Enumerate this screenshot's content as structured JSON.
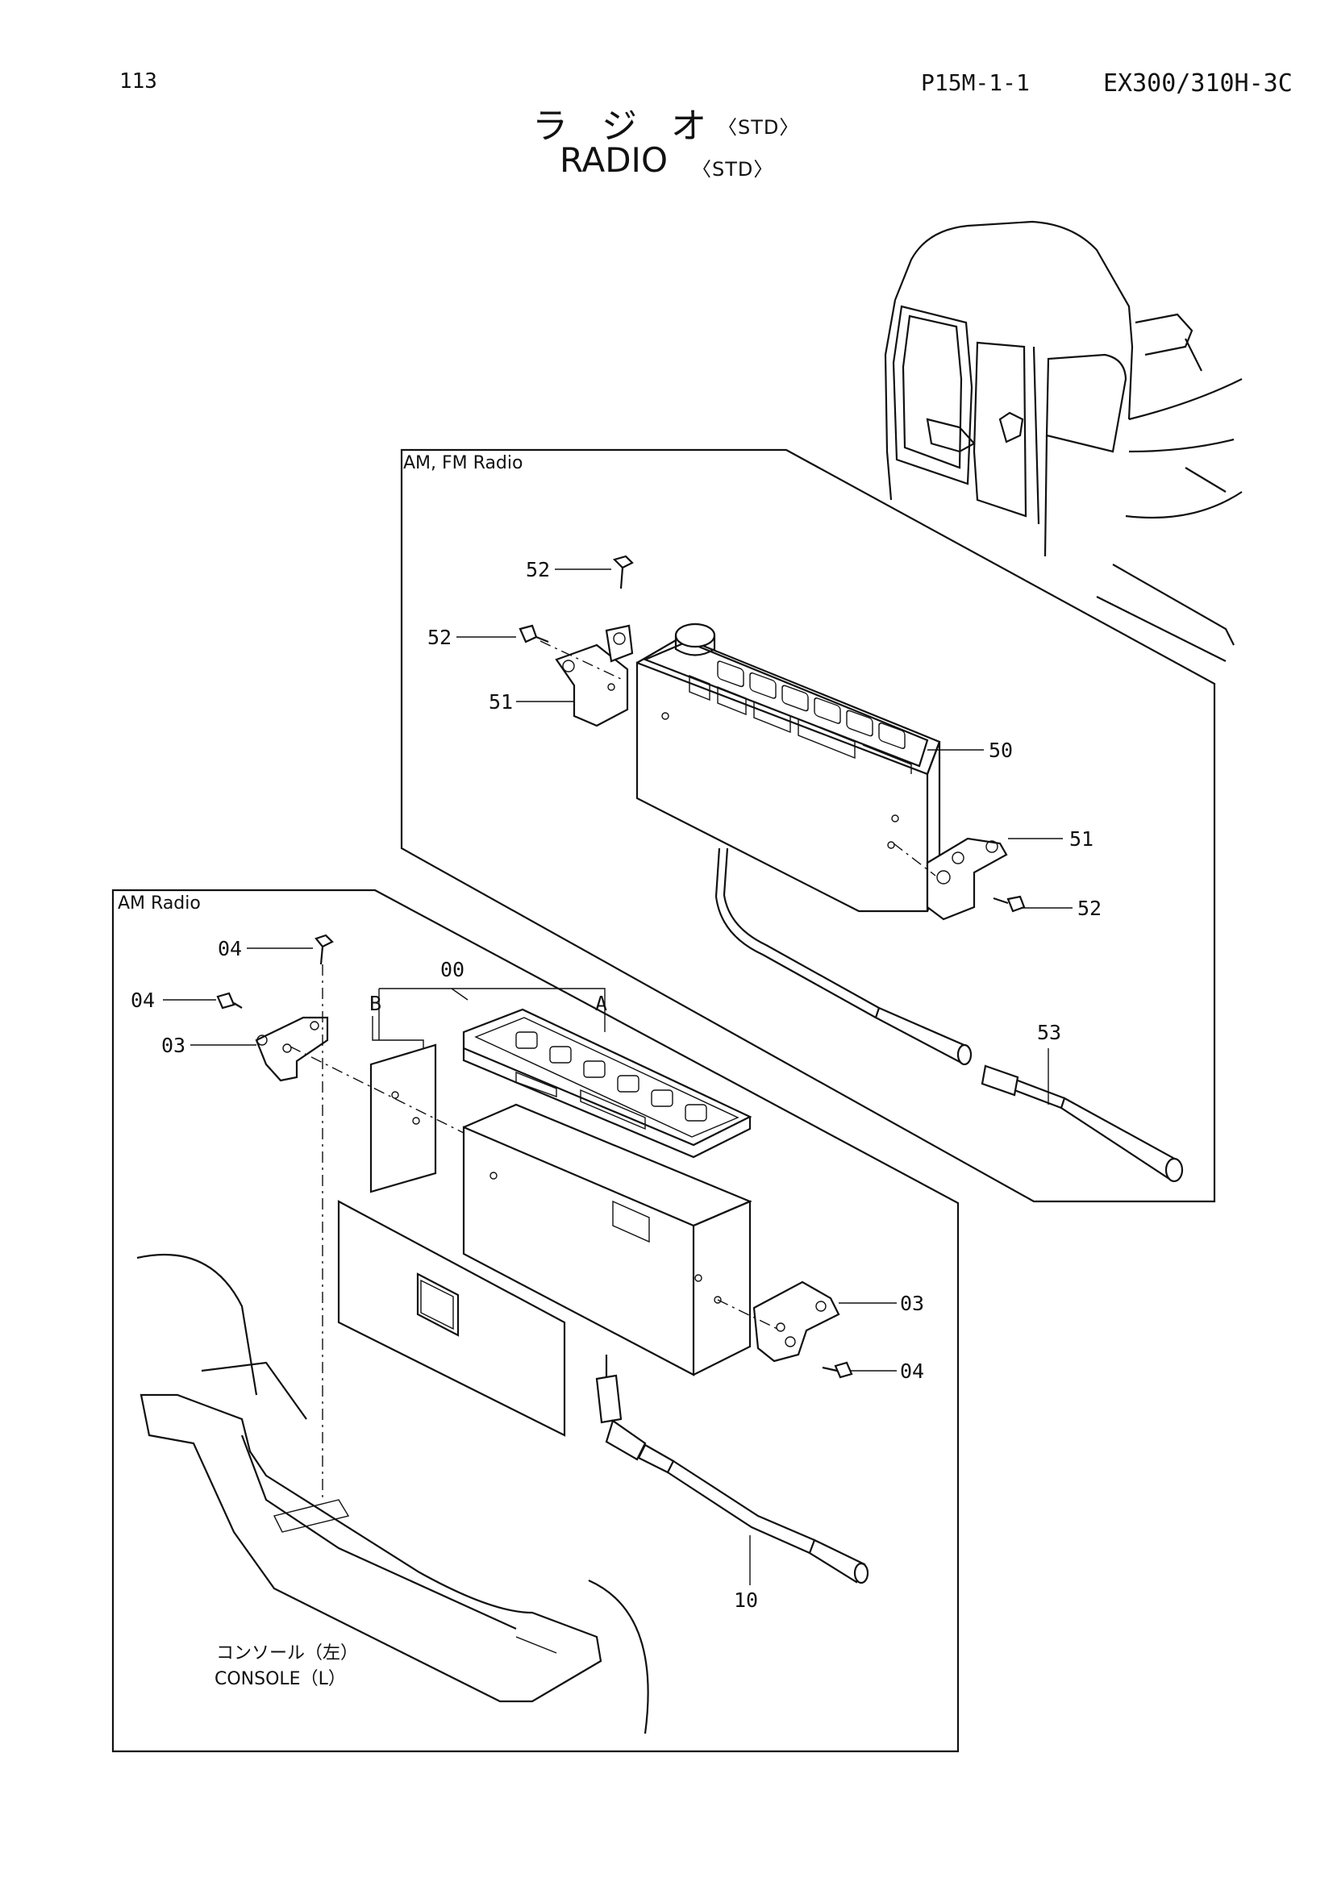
{
  "header": {
    "page_number": "113",
    "ref_code": "P15M-1-1",
    "model_code": "EX300/310H-3C",
    "title_jp": "ラ ジ オ",
    "title_jp_suffix": "〈STD〉",
    "title_en": "RADIO",
    "title_en_suffix": "〈STD〉"
  },
  "panels": {
    "fm": {
      "label": "AM, FM Radio"
    },
    "am": {
      "label": "AM Radio"
    }
  },
  "callouts": {
    "fm_screw_top": "52",
    "fm_screw_left": "52",
    "fm_bracket_left": "51",
    "fm_radio": "50",
    "fm_bracket_right": "51",
    "fm_screw_right": "52",
    "fm_antenna": "53",
    "am_screw_top": "04",
    "am_screw_left": "04",
    "am_bracket_left": "03",
    "am_radio_assy": "00",
    "am_b": "B",
    "am_a": "A",
    "am_bracket_right": "03",
    "am_screw_right": "04",
    "am_antenna": "10"
  },
  "console": {
    "label_jp": "コンソール（左）",
    "label_en": "CONSOLE（L）"
  }
}
